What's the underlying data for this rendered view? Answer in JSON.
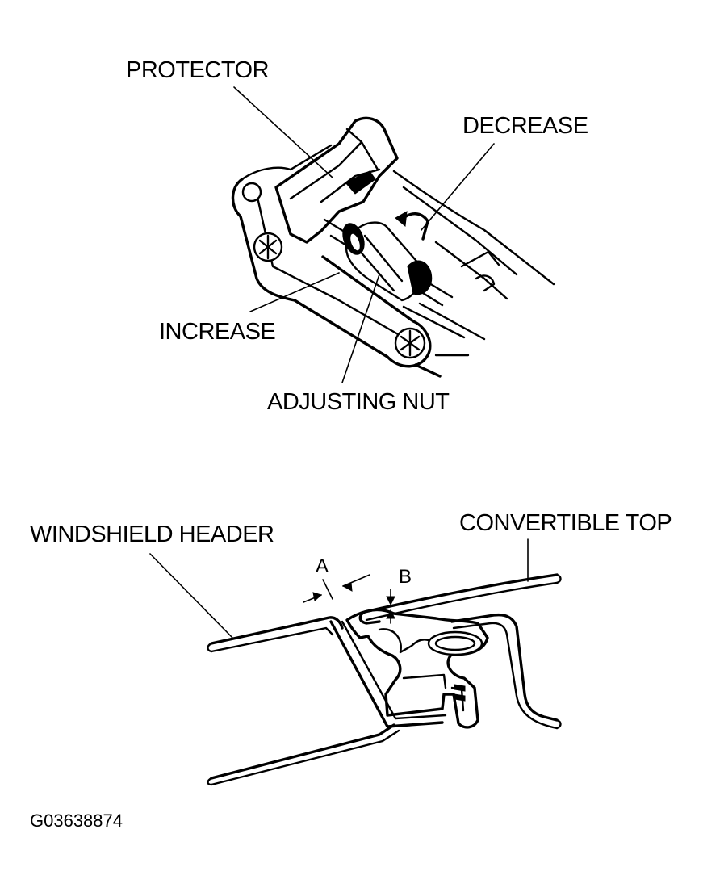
{
  "labels": {
    "protector": "PROTECTOR",
    "decrease": "DECREASE",
    "increase": "INCREASE",
    "adjusting_nut": "ADJUSTING NUT",
    "windshield_header": "WINDSHIELD HEADER",
    "convertible_top": "CONVERTIBLE TOP",
    "dim_a": "A",
    "dim_b": "B",
    "figure_code": "G03638874"
  },
  "colors": {
    "line": "#000000",
    "background": "#ffffff"
  }
}
